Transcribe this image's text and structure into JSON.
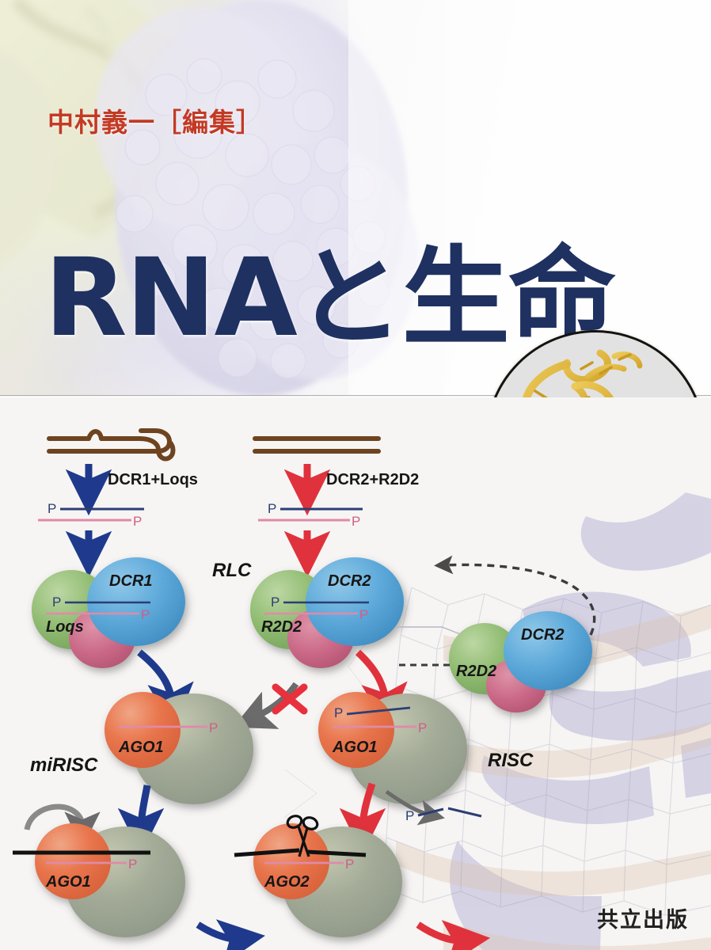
{
  "cover": {
    "editor_line": "中村義一［編集］",
    "title": "RNAと生命",
    "publisher": "共立出版",
    "colors": {
      "title_navy": "#1f3160",
      "editor_red": "#c33a24",
      "arrow_blue": "#1f3a8c",
      "arrow_red": "#e0323c",
      "dcr_blue": "#4a9fd4",
      "loqs_green": "#86b86a",
      "pink_lobe": "#cf5f7f",
      "ago_orange": "#e8653c",
      "ago_grey_green": "#97a291",
      "rna_brown": "#6e4420",
      "strand_navy": "#2b3e73",
      "strand_pink": "#e08aa8",
      "inset_rna_gold": "#e0b840",
      "inset_protein_blue": "#1a4fc4"
    }
  },
  "inset": {
    "name": "protein-rna-complex-structure",
    "rna_label": "gold RNA ribbon",
    "protein_label": "blue protein surface"
  },
  "diagram": {
    "title": "RNA silencing pathways in Drosophila",
    "pathways": [
      {
        "id": "mirna",
        "precursor": "pre-miRNA hairpin",
        "dicer_label": "DCR1+Loqs",
        "arrow_color": "#1f3a8c",
        "complex": {
          "dicer": "DCR1",
          "partner": "Loqs"
        },
        "risc_label": "miRISC",
        "effector": "AGO1",
        "outcome": "AGO1"
      },
      {
        "id": "sirna",
        "precursor": "long dsRNA",
        "dicer_label": "DCR2+R2D2",
        "arrow_color": "#e0323c",
        "complex": {
          "dicer": "DCR2",
          "partner": "R2D2"
        },
        "rlc_label": "RLC",
        "risc_label": "RISC",
        "effector": "AGO1",
        "outcome": "AGO2"
      }
    ],
    "labels": {
      "dcr1_loqs": "DCR1+Loqs",
      "dcr2_r2d2": "DCR2+R2D2",
      "dcr1": "DCR1",
      "dcr2": "DCR2",
      "dcr2_recycle": "DCR2",
      "loqs": "Loqs",
      "r2d2": "R2D2",
      "r2d2_recycle": "R2D2",
      "rlc": "RLC",
      "mirisc": "miRISC",
      "risc": "RISC",
      "ago1_mid": "AGO1",
      "ago1_mid_right": "AGO1",
      "ago1_bottom": "AGO1",
      "ago2_bottom": "AGO2",
      "p": "P"
    },
    "icons": {
      "scissors": "scissors-icon",
      "block_cross": "red-x-block-icon",
      "recycle_arrow": "dashed-recycle-arrow"
    }
  }
}
